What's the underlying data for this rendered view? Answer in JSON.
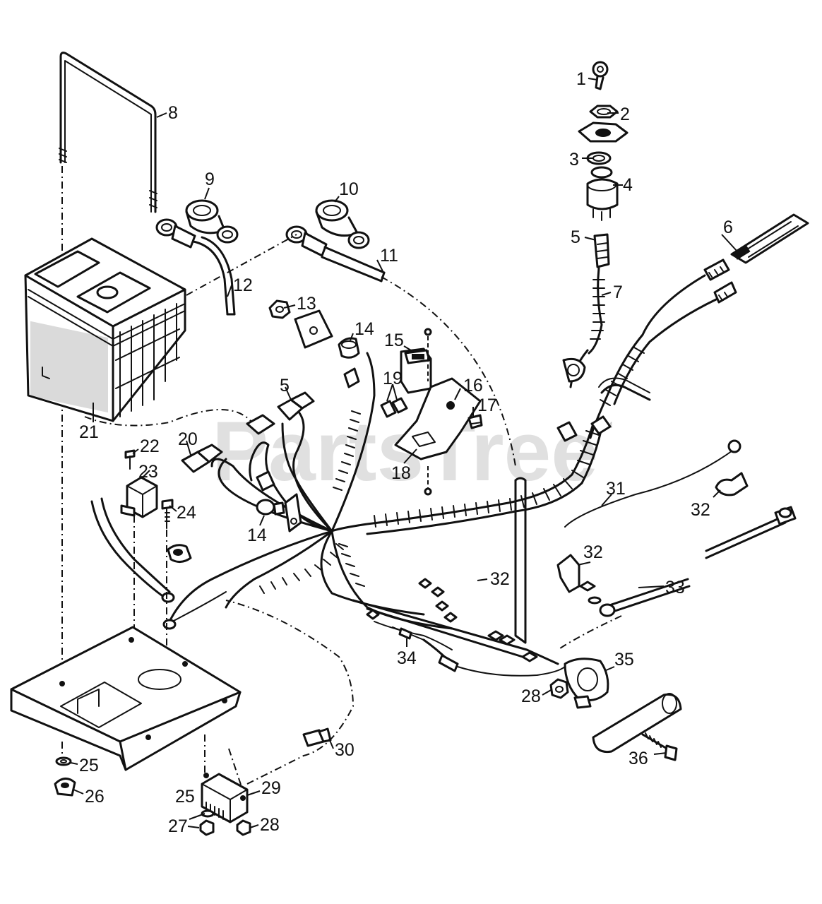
{
  "watermark": {
    "text": "PartsTree",
    "mark": "TM"
  },
  "callouts": [
    {
      "id": "c1",
      "text": "1"
    },
    {
      "id": "c2",
      "text": "2"
    },
    {
      "id": "c3",
      "text": "3"
    },
    {
      "id": "c4",
      "text": "4"
    },
    {
      "id": "c5a",
      "text": "5"
    },
    {
      "id": "c5b",
      "text": "5"
    },
    {
      "id": "c6",
      "text": "6"
    },
    {
      "id": "c7",
      "text": "7"
    },
    {
      "id": "c8",
      "text": "8"
    },
    {
      "id": "c9",
      "text": "9"
    },
    {
      "id": "c10",
      "text": "10"
    },
    {
      "id": "c11",
      "text": "11"
    },
    {
      "id": "c12",
      "text": "12"
    },
    {
      "id": "c13",
      "text": "13"
    },
    {
      "id": "c14a",
      "text": "14"
    },
    {
      "id": "c14b",
      "text": "14"
    },
    {
      "id": "c15",
      "text": "15"
    },
    {
      "id": "c16",
      "text": "16"
    },
    {
      "id": "c17",
      "text": "17"
    },
    {
      "id": "c18",
      "text": "18"
    },
    {
      "id": "c19",
      "text": "19"
    },
    {
      "id": "c20",
      "text": "20"
    },
    {
      "id": "c21",
      "text": "21"
    },
    {
      "id": "c22",
      "text": "22"
    },
    {
      "id": "c23",
      "text": "23"
    },
    {
      "id": "c24",
      "text": "24"
    },
    {
      "id": "c25a",
      "text": "25"
    },
    {
      "id": "c25b",
      "text": "25"
    },
    {
      "id": "c26",
      "text": "26"
    },
    {
      "id": "c27",
      "text": "27"
    },
    {
      "id": "c28a",
      "text": "28"
    },
    {
      "id": "c28b",
      "text": "28"
    },
    {
      "id": "c29",
      "text": "29"
    },
    {
      "id": "c30",
      "text": "30"
    },
    {
      "id": "c31",
      "text": "31"
    },
    {
      "id": "c32a",
      "text": "32"
    },
    {
      "id": "c32b",
      "text": "32"
    },
    {
      "id": "c32c",
      "text": "32"
    },
    {
      "id": "c33",
      "text": "33"
    },
    {
      "id": "c34",
      "text": "34"
    },
    {
      "id": "c35",
      "text": "35"
    },
    {
      "id": "c36",
      "text": "36"
    }
  ]
}
